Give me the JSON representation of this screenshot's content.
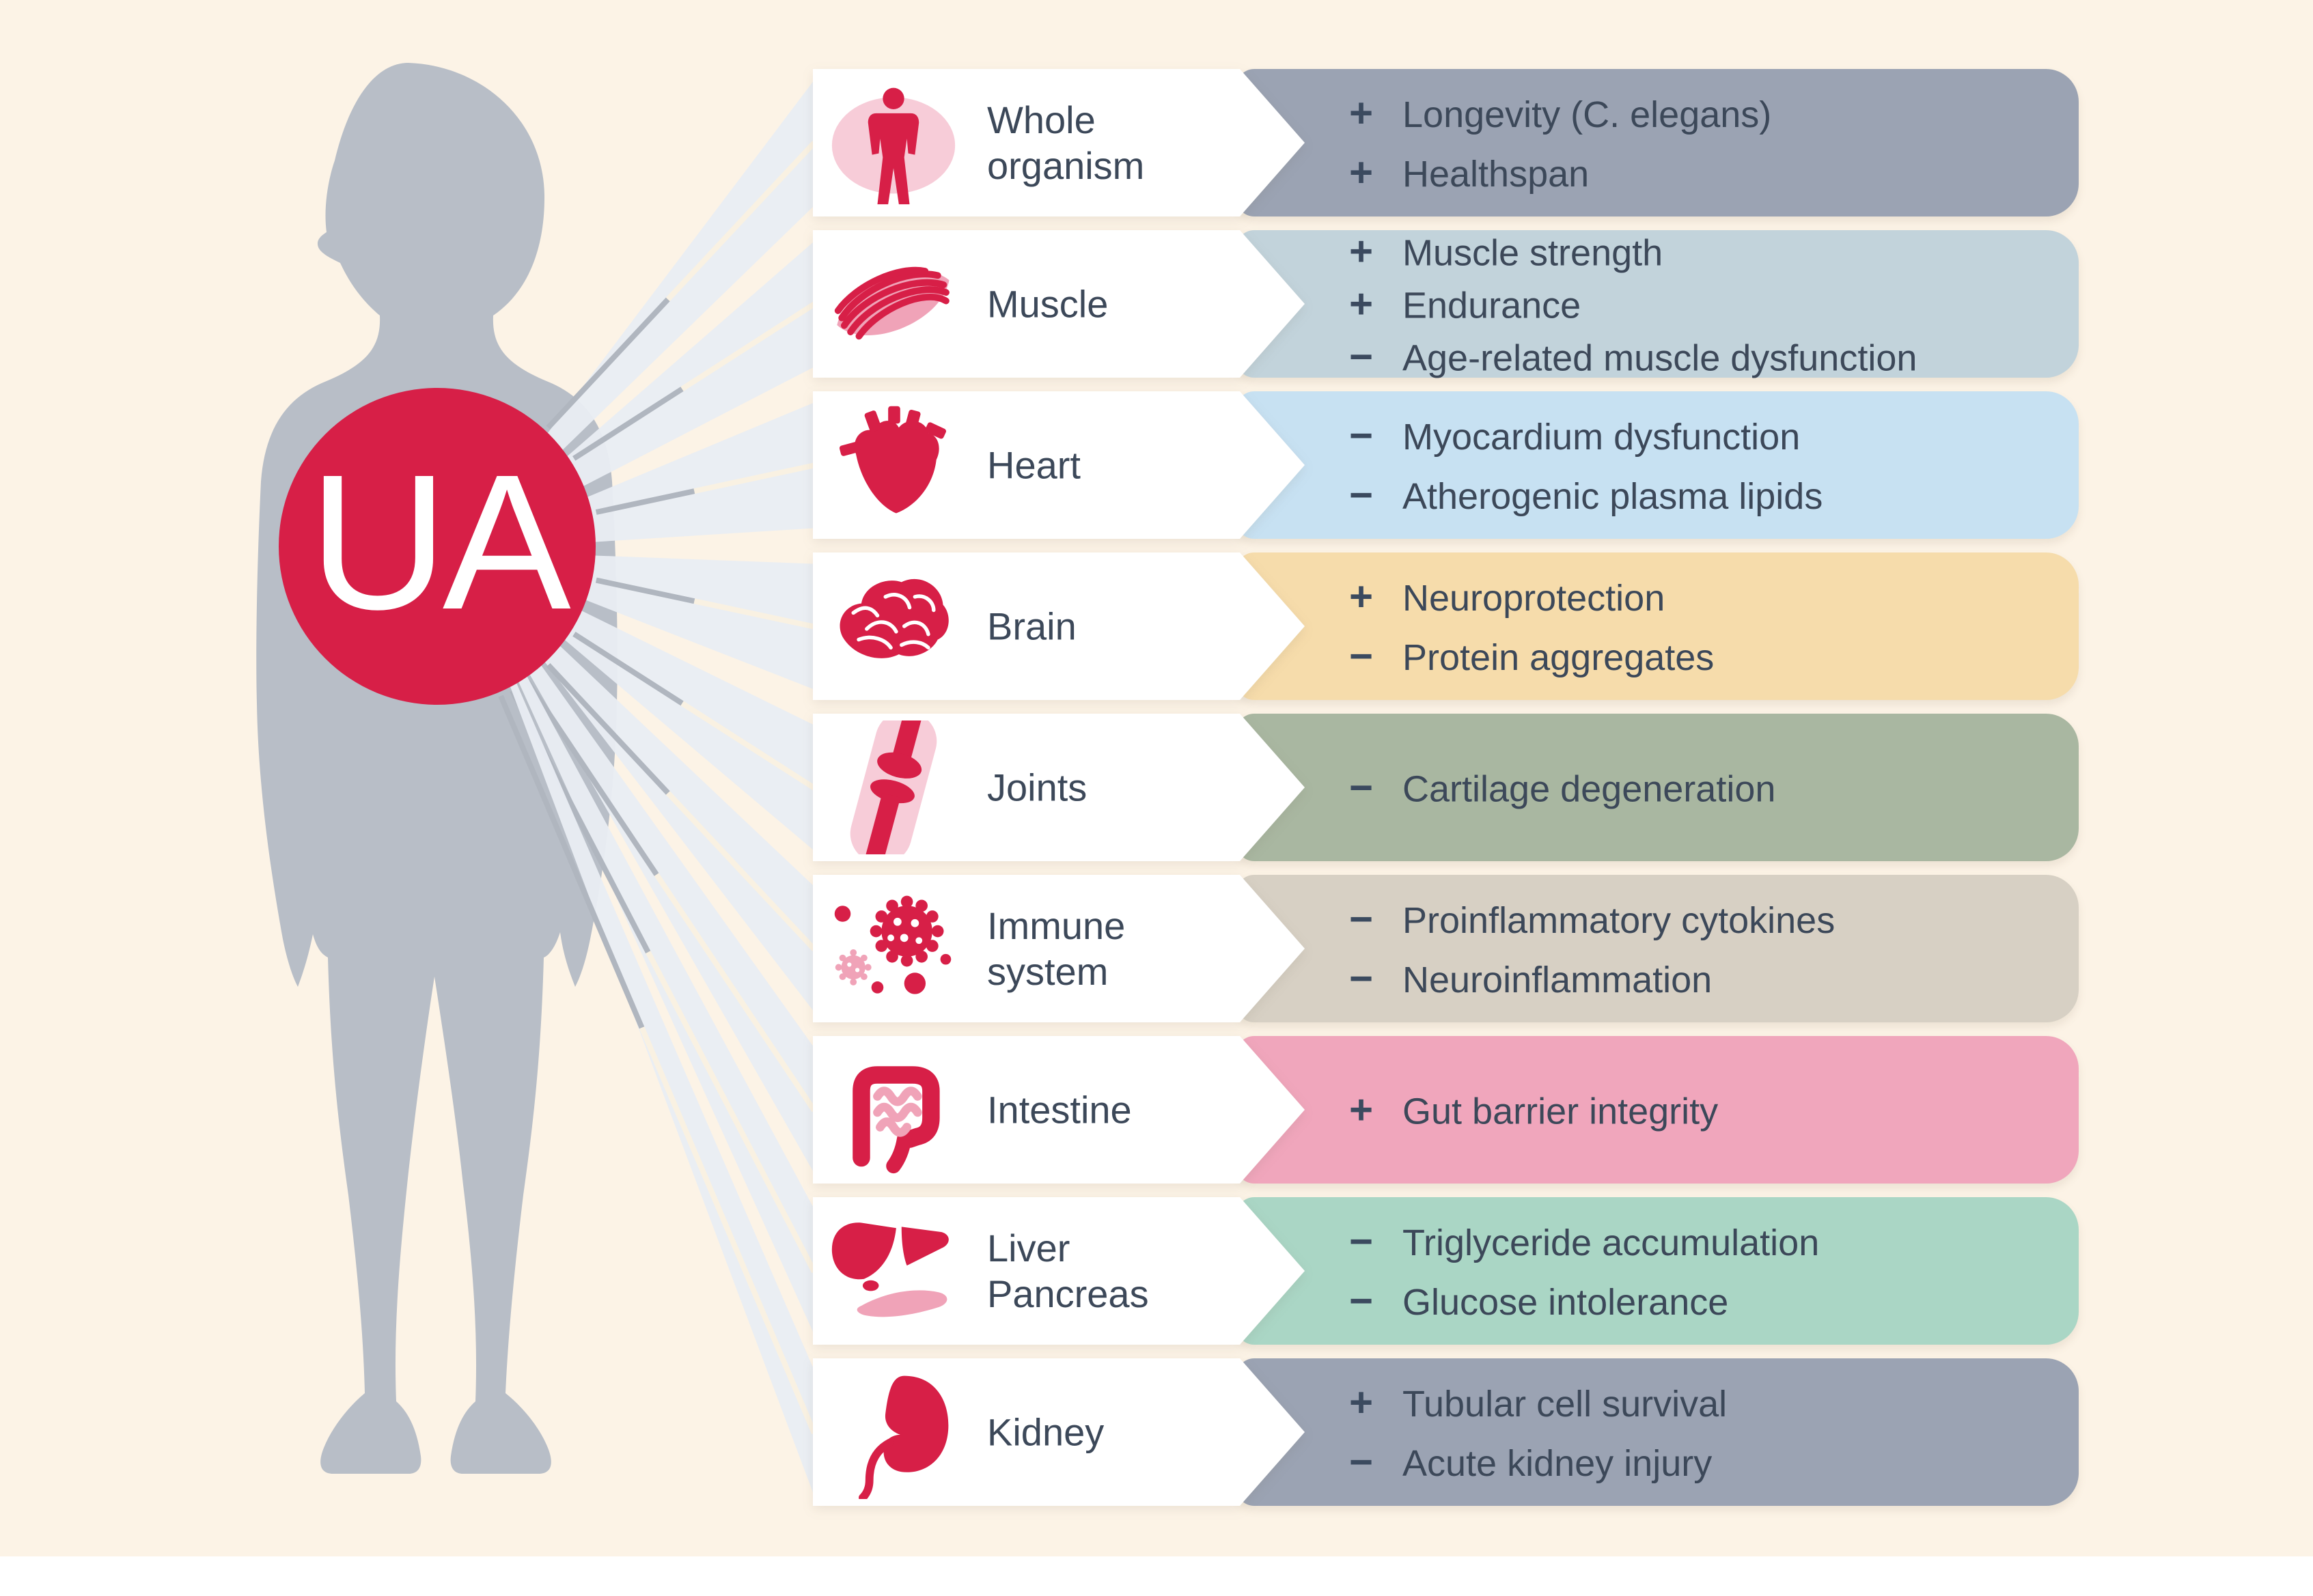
{
  "figure": {
    "hub_label": "UA",
    "hub_color": "#d71f47",
    "background_color": "#fcf3e6",
    "text_color": "#3c4859",
    "body_silhouette_color": "#b8bec7",
    "icon_red": "#d71f47",
    "icon_pink": "#f0a3b8",
    "icon_light_pink": "#f7ccd8"
  },
  "rows": [
    {
      "organ": "Whole organism",
      "icon": "human-icon",
      "bar_color": "#9ba3b3",
      "effects": [
        {
          "sign": "+",
          "text": "Longevity (C. elegans)"
        },
        {
          "sign": "+",
          "text": "Healthspan"
        }
      ]
    },
    {
      "organ": "Muscle",
      "icon": "muscle-icon",
      "bar_color": "#c2d3db",
      "effects": [
        {
          "sign": "+",
          "text": "Muscle strength"
        },
        {
          "sign": "+",
          "text": "Endurance"
        },
        {
          "sign": "−",
          "text": "Age-related muscle dysfunction"
        }
      ]
    },
    {
      "organ": "Heart",
      "icon": "heart-icon",
      "bar_color": "#c7e1f2",
      "effects": [
        {
          "sign": "−",
          "text": "Myocardium dysfunction"
        },
        {
          "sign": "−",
          "text": "Atherogenic plasma lipids"
        }
      ]
    },
    {
      "organ": "Brain",
      "icon": "brain-icon",
      "bar_color": "#f6dcab",
      "effects": [
        {
          "sign": "+",
          "text": "Neuroprotection"
        },
        {
          "sign": "−",
          "text": "Protein aggregates"
        }
      ]
    },
    {
      "organ": "Joints",
      "icon": "joint-icon",
      "bar_color": "#a9b7a1",
      "effects": [
        {
          "sign": "−",
          "text": "Cartilage degeneration"
        }
      ]
    },
    {
      "organ": "Immune system",
      "icon": "immune-cells-icon",
      "bar_color": "#d7d0c4",
      "effects": [
        {
          "sign": "−",
          "text": "Proinflammatory cytokines"
        },
        {
          "sign": "−",
          "text": "Neuroinflammation"
        }
      ]
    },
    {
      "organ": "Intestine",
      "icon": "intestine-icon",
      "bar_color": "#f0a6bc",
      "effects": [
        {
          "sign": "+",
          "text": "Gut barrier integrity"
        }
      ]
    },
    {
      "organ": "Liver Pancreas",
      "icon": "liver-pancreas-icon",
      "bar_color": "#aad6c5",
      "effects": [
        {
          "sign": "−",
          "text": "Triglyceride accumulation"
        },
        {
          "sign": "−",
          "text": "Glucose intolerance"
        }
      ]
    },
    {
      "organ": "Kidney",
      "icon": "kidney-icon",
      "bar_color": "#9ba3b3",
      "effects": [
        {
          "sign": "+",
          "text": "Tubular cell survival"
        },
        {
          "sign": "−",
          "text": "Acute kidney injury"
        }
      ]
    }
  ]
}
